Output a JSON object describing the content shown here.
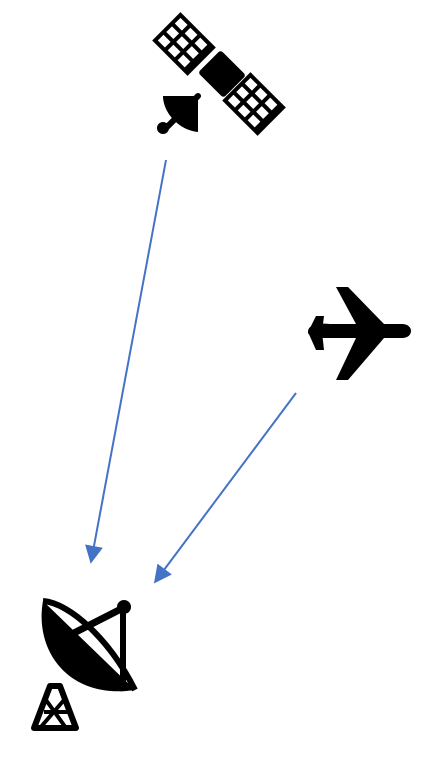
{
  "diagram": {
    "nodes": [
      {
        "id": "satellite",
        "icon": "satellite-icon"
      },
      {
        "id": "airplane",
        "icon": "airplane-icon"
      },
      {
        "id": "ground-station",
        "icon": "satellite-dish-icon"
      }
    ],
    "edges": [
      {
        "from": "satellite",
        "to": "ground-station"
      },
      {
        "from": "airplane",
        "to": "ground-station"
      }
    ],
    "colors": {
      "icon": "#000000",
      "arrow": "#4472C4",
      "background": "#ffffff"
    }
  }
}
